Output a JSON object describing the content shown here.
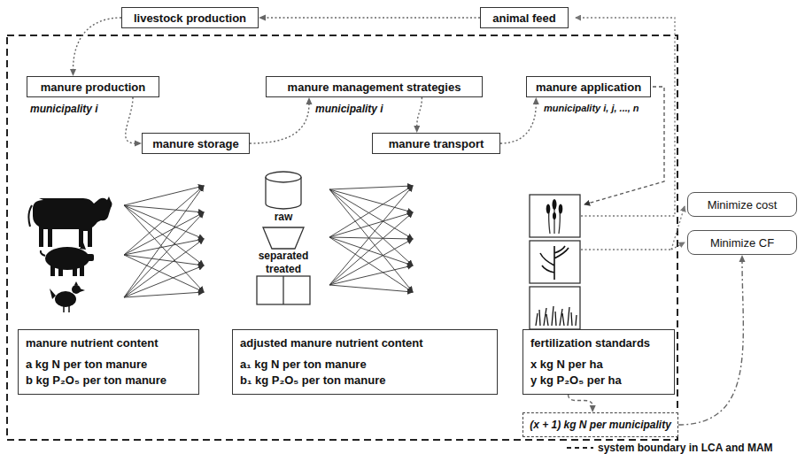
{
  "diagram": {
    "nodes": [
      {
        "text": [
          "livestock production"
        ]
      },
      {
        "text": [
          "animal feed"
        ]
      },
      {
        "text": [
          "manure production"
        ]
      },
      {
        "text": [
          "manure management strategies"
        ]
      },
      {
        "text": [
          "manure application"
        ]
      },
      {
        "text": [
          "manure storage"
        ]
      },
      {
        "text": [
          "manure transport"
        ]
      },
      {
        "text": [
          "raw"
        ]
      },
      {
        "text": [
          "separated"
        ]
      },
      {
        "text": [
          "treated"
        ]
      },
      {
        "text": [
          "Minimize cost"
        ]
      },
      {
        "text": [
          "Minimize CF"
        ]
      },
      {
        "text": [
          "manure nutrient content",
          "a kg N per ton manure",
          "b kg P₂O₅ per ton manure"
        ]
      },
      {
        "text": [
          "adjusted manure nutrient content",
          "a₁ kg N per ton manure",
          "b₁ kg P₂O₅ per ton manure"
        ]
      },
      {
        "text": [
          "fertilization standards",
          "x kg N per ha",
          "y kg P₂O₅ per ha"
        ]
      },
      {
        "text": [
          "(x + 1) kg N per municipality"
        ]
      }
    ],
    "edges": [
      {
        "from": 1,
        "to": 0,
        "arrow": "to"
      },
      {
        "from": 0,
        "to": 2,
        "arrow": "to"
      },
      {
        "from": 2,
        "to": 5,
        "label": "municipality i",
        "arrow": "to"
      },
      {
        "from": 5,
        "to": 3,
        "label": "municipality i",
        "arrow": "to"
      },
      {
        "from": 3,
        "to": 6,
        "arrow": "to"
      },
      {
        "from": 6,
        "to": 4,
        "arrow": "to"
      },
      {
        "from": 14,
        "to": 15,
        "arrow": "to"
      },
      {
        "from": 15,
        "to": 11,
        "arrow": "to"
      }
    ],
    "labels": [
      "municipality i, j, ..., n"
    ],
    "legend": [
      {
        "text": "system boundary in LCA and MAM"
      }
    ]
  }
}
